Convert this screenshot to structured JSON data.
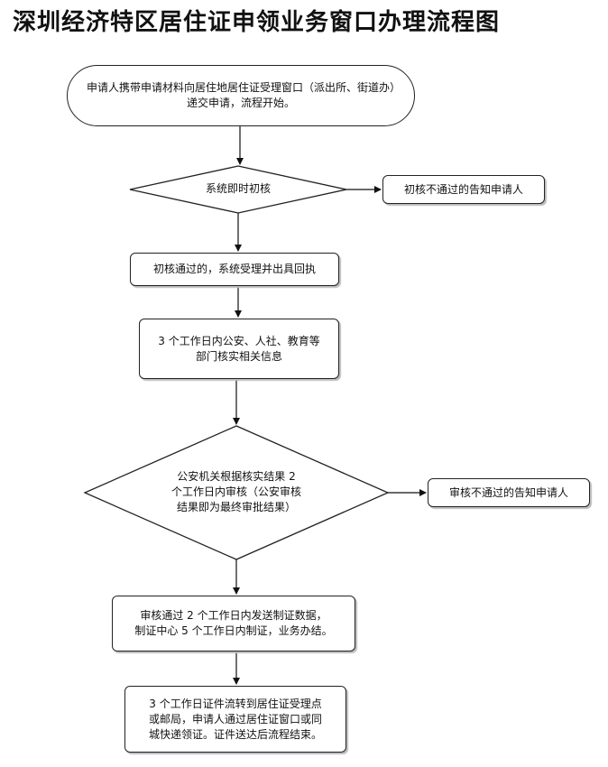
{
  "title": "深圳经济特区居住证申领业务窗口办理流程图",
  "steps": {
    "start": "申请人携带申请材料向居住地居住证受理窗口（派出所、街道办）递交申请，流程开始。",
    "check1": "系统即时初核",
    "reject1": "初核不通过的告知申请人",
    "accept": "初核通过的，系统受理并出具回执",
    "verify_line1": "3 个工作日内公安、人社、教育等",
    "verify_line2": "部门核实相关信息",
    "review_line1": "公安机关根据核实结果 2",
    "review_line2": "个工作日内审核（公安审核",
    "review_line3": "结果即为最终审批结果）",
    "reject2": "审核不通过的告知申请人",
    "produce_line1": "审核通过 2 个工作日内发送制证数据，",
    "produce_line2": "制证中心 5 个工作日内制证，业务办结。",
    "deliver_line1": "3 个工作日证件流转到居住证受理点",
    "deliver_line2": "或邮局，申请人通过居住证窗口或同",
    "deliver_line3": "城快递领证。证件送达后流程结束。"
  }
}
